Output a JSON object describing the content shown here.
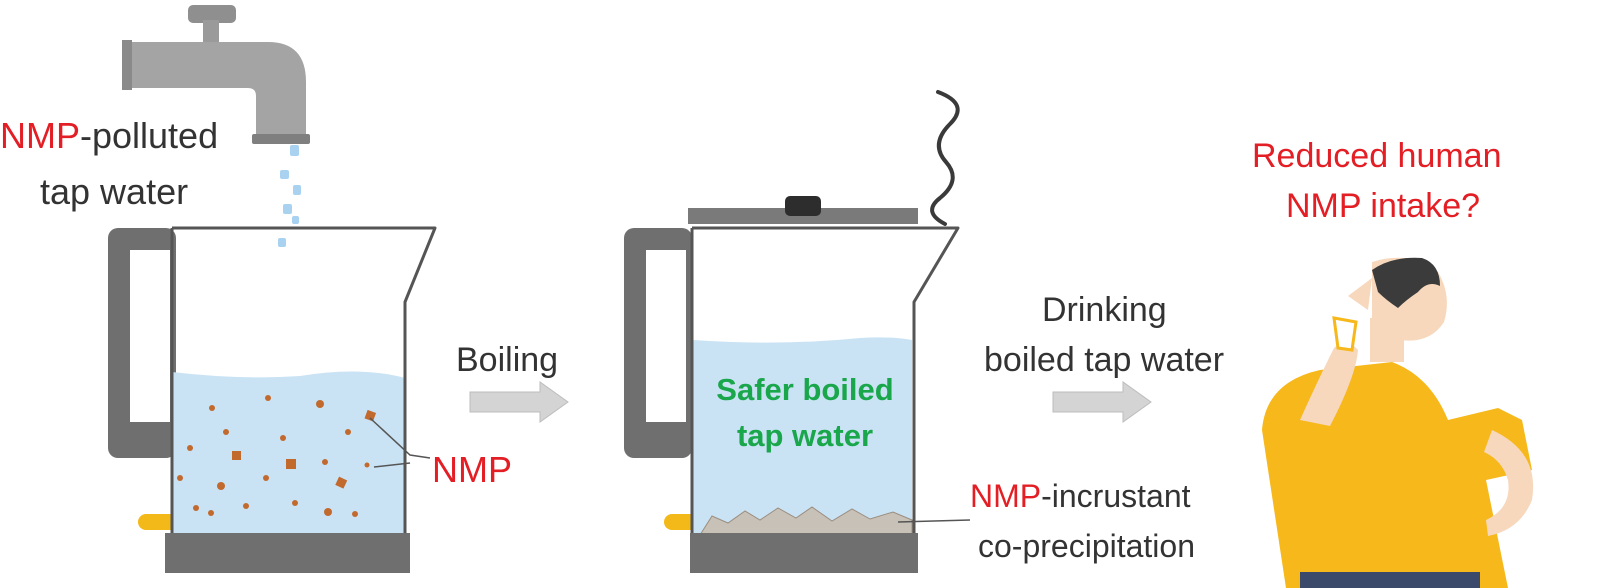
{
  "labels": {
    "source_prefix": "NMP",
    "source_suffix": "-polluted",
    "source_line2": "tap water",
    "nmp_marker": "NMP",
    "step_boiling": "Boiling",
    "safer_line1": "Safer boiled",
    "safer_line2": "tap water",
    "incrustant_prefix": "NMP",
    "incrustant_suffix": "-incrustant",
    "incrustant_line2": "co-precipitation",
    "drinking_line1": "Drinking",
    "drinking_line2": "boiled tap water",
    "question_line1": "Reduced human",
    "question_line2": "NMP intake?"
  },
  "colors": {
    "accent_red": "#e31e24",
    "safe_green": "#1aa64a",
    "water_blue": "#c9e3f5",
    "kettle_gray": "#6f6f6f",
    "shirt_yellow": "#f6b81a",
    "skin": "#f7d8bd"
  }
}
